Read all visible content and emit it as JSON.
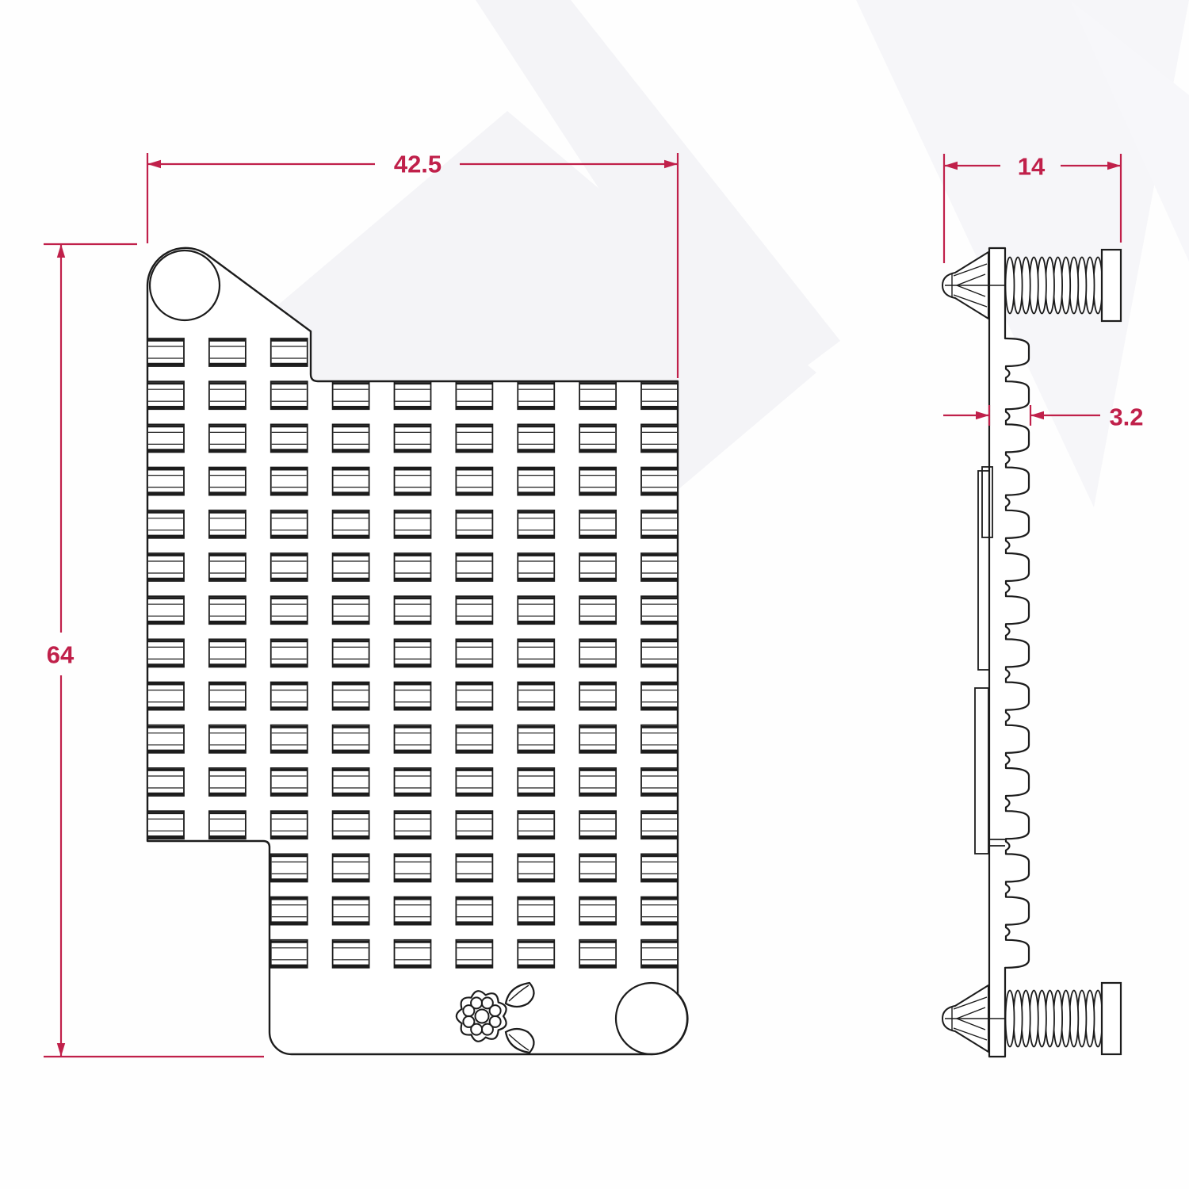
{
  "dimensions": {
    "front_width": {
      "label": "42.5"
    },
    "front_height": {
      "label": "64"
    },
    "side_width": {
      "label": "14"
    },
    "base_thickness": {
      "label": "3.2"
    }
  },
  "front_view": {
    "fin_grid": {
      "columns": 9,
      "rows": 15,
      "top_row_columns": 3,
      "notch_rows_start_column": 2
    },
    "mounting_holes": 2,
    "logo_icon": "raspberry-pi-logo"
  },
  "side_view": {
    "fin_teeth": 15,
    "push_pins": 2,
    "thread_turns": 12,
    "thermal_pads": 3
  },
  "colors": {
    "line": "#1c1c1c",
    "dimension": "#c0204a",
    "watermark": "#f4f4f7",
    "background": "#fefefe"
  }
}
